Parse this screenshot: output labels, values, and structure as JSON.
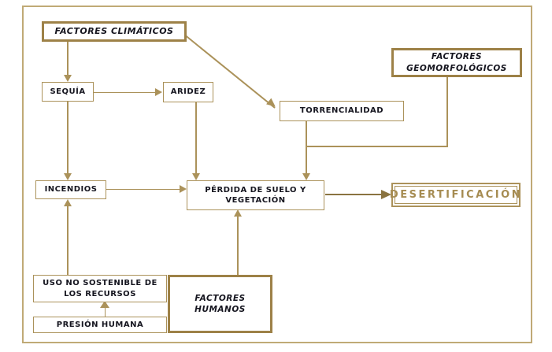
{
  "colors": {
    "line": "#ab925a",
    "line-light": "#c0aa76",
    "line-thick": "#9d8147",
    "line-dark": "#8a7340",
    "text": "#15151f",
    "accent": "#a68c52",
    "bg": "#ffffff"
  },
  "nodes": {
    "factores_climaticos": {
      "label": "FACTORES CLIMÁTICOS"
    },
    "sequia": {
      "label": "SEQUÍA"
    },
    "aridez": {
      "label": "ARIDEZ"
    },
    "torrencialidad": {
      "label": "TORRENCIALIDAD"
    },
    "factores_geomorfologicos": {
      "label": "FACTORES\nGEOMORFOLÓGICOS"
    },
    "incendios": {
      "label": "INCENDIOS"
    },
    "perdida_suelo_vegetacion": {
      "label": "PÉRDIDA DE SUELO Y\nVEGETACIÓN"
    },
    "desertificacion": {
      "label": "DESERTIFICACIÓN"
    },
    "uso_no_sostenible": {
      "label": "USO NO SOSTENIBLE DE\nLOS RECURSOS"
    },
    "presion_humana": {
      "label": "PRESIÓN HUMANA"
    },
    "factores_humanos": {
      "label": "FACTORES\nHUMANOS"
    }
  },
  "edges": [
    {
      "from": "FACTORES CLIMÁTICOS",
      "to": "SEQUÍA"
    },
    {
      "from": "FACTORES CLIMÁTICOS",
      "to": "TORRENCIALIDAD"
    },
    {
      "from": "SEQUÍA",
      "to": "ARIDEZ"
    },
    {
      "from": "SEQUÍA",
      "to": "INCENDIOS"
    },
    {
      "from": "ARIDEZ",
      "to": "PÉRDIDA DE SUELO Y VEGETACIÓN"
    },
    {
      "from": "TORRENCIALIDAD",
      "to": "PÉRDIDA DE SUELO Y VEGETACIÓN"
    },
    {
      "from": "FACTORES GEOMORFOLÓGICOS",
      "to": "PÉRDIDA DE SUELO Y VEGETACIÓN"
    },
    {
      "from": "INCENDIOS",
      "to": "PÉRDIDA DE SUELO Y VEGETACIÓN"
    },
    {
      "from": "PÉRDIDA DE SUELO Y VEGETACIÓN",
      "to": "DESERTIFICACIÓN"
    },
    {
      "from": "FACTORES HUMANOS",
      "to": "PÉRDIDA DE SUELO Y VEGETACIÓN"
    },
    {
      "from": "USO NO SOSTENIBLE DE LOS RECURSOS",
      "to": "INCENDIOS"
    },
    {
      "from": "PRESIÓN HUMANA",
      "to": "USO NO SOSTENIBLE DE LOS RECURSOS"
    }
  ]
}
